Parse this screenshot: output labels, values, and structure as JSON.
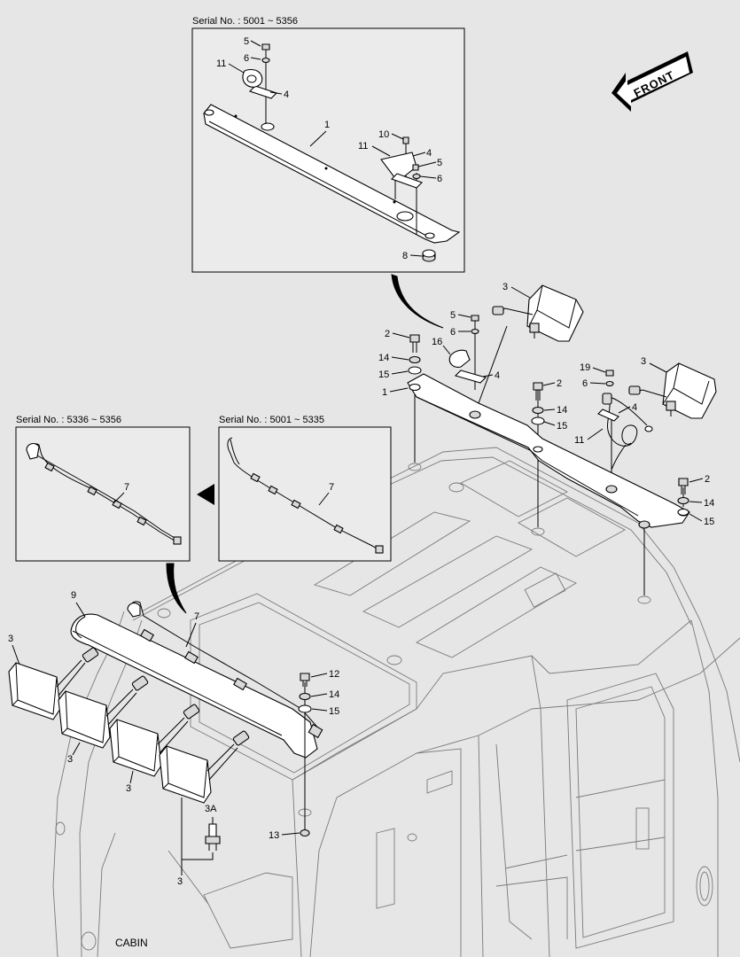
{
  "diagram": {
    "serial_top": "Serial No. : 5001 ~ 5356",
    "serial_left": "Serial No. : 5336 ~ 5356",
    "serial_mid": "Serial No. : 5001 ~ 5335",
    "front": "FRONT",
    "cabin": "CABIN",
    "callouts": {
      "c5a": "5",
      "c6a": "6",
      "c11a": "11",
      "c4a": "4",
      "c1a": "1",
      "c10": "10",
      "c11b": "11",
      "c4b": "4",
      "c5b": "5",
      "c6b": "6",
      "c8": "8",
      "c3a": "3",
      "c5c": "5",
      "c6c": "6",
      "c2a": "2",
      "c16": "16",
      "c14a": "14",
      "c4c": "4",
      "c15a": "15",
      "c1b": "1",
      "c3b": "3",
      "c19": "19",
      "c6d": "6",
      "c2b": "2",
      "c14b": "14",
      "c4d": "4",
      "c15b": "15",
      "c11c": "11",
      "c2c": "2",
      "c14c": "14",
      "c15c": "15",
      "c7a": "7",
      "c7b": "7",
      "c9": "9",
      "c7c": "7",
      "c3c": "3",
      "c12": "12",
      "c14d": "14",
      "c15d": "15",
      "c3d": "3",
      "c3e": "3",
      "c3A": "3A",
      "c13": "13",
      "c3f": "3"
    }
  }
}
